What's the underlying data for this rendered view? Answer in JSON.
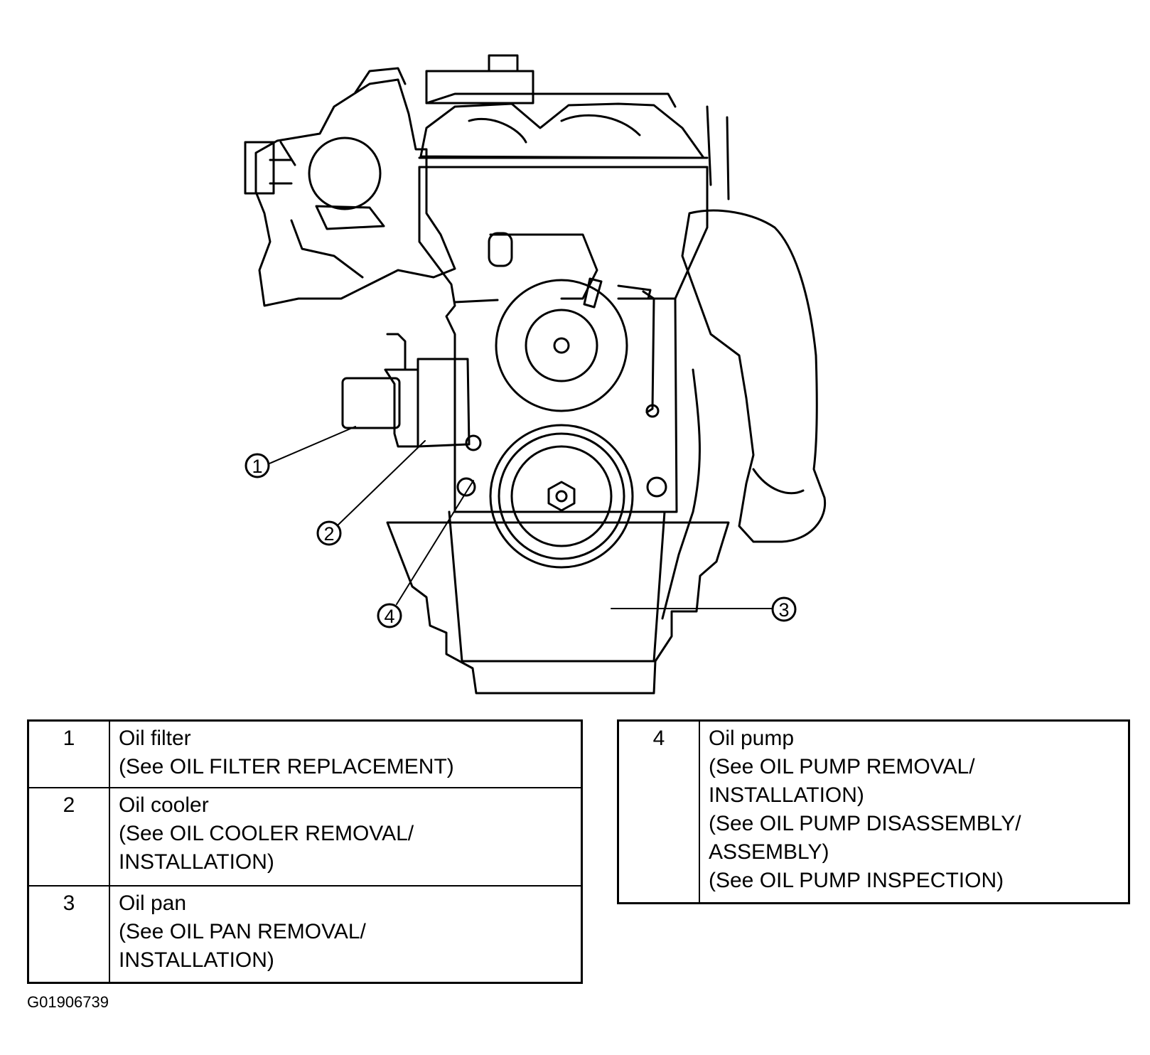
{
  "callouts": [
    {
      "number": "1"
    },
    {
      "number": "2"
    },
    {
      "number": "3"
    },
    {
      "number": "4"
    }
  ],
  "legend_left": [
    {
      "number": "1",
      "name": "Oil filter",
      "refs": [
        "(See OIL FILTER REPLACEMENT)"
      ]
    },
    {
      "number": "2",
      "name": "Oil cooler",
      "refs": [
        "(See OIL COOLER REMOVAL/",
        "INSTALLATION)"
      ]
    },
    {
      "number": "3",
      "name": "Oil pan",
      "refs": [
        "(See OIL PAN REMOVAL/",
        "INSTALLATION)"
      ]
    }
  ],
  "legend_right": [
    {
      "number": "4",
      "name": "Oil pump",
      "refs": [
        "(See OIL PUMP REMOVAL/",
        "INSTALLATION)",
        "(See OIL PUMP DISASSEMBLY/",
        "ASSEMBLY)",
        "(See OIL PUMP INSPECTION)"
      ]
    }
  ],
  "figure_id": "G01906739"
}
